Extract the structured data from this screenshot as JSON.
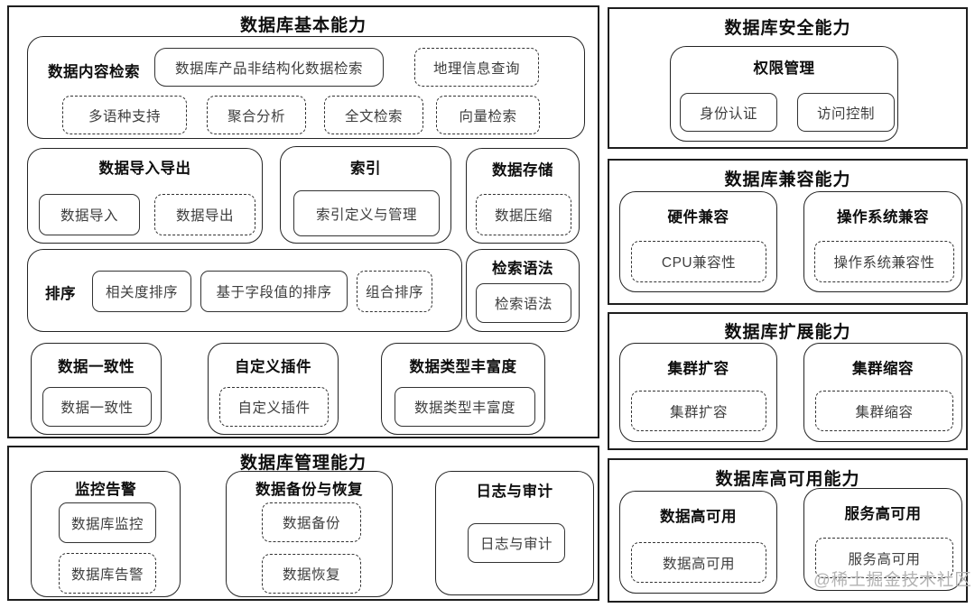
{
  "watermark": "@稀土掘金技术社区",
  "colors": {
    "background": "#ffffff",
    "panel_border": "#1e1e1e",
    "group_border": "#242424",
    "leaf_border": "#333333",
    "title_text": "#0e0e0e",
    "leaf_text": "#3e3e3e",
    "watermark_text": "#b2b2b2"
  },
  "panels": {
    "basic": {
      "title": "数据库基本能力",
      "content_retrieval": {
        "label": "数据内容检索",
        "unstructured": "数据库产品非结构化数据检索",
        "geo": "地理信息查询",
        "multilang": "多语种支持",
        "aggregation": "聚合分析",
        "fulltext": "全文检索",
        "vector": "向量检索"
      },
      "import_export": {
        "title": "数据导入导出",
        "import": "数据导入",
        "export": "数据导出"
      },
      "index": {
        "title": "索引",
        "leaf": "索引定义与管理"
      },
      "storage": {
        "title": "数据存储",
        "leaf": "数据压缩"
      },
      "sorting": {
        "label": "排序",
        "relevance": "相关度排序",
        "field_value": "基于字段值的排序",
        "combined": "组合排序"
      },
      "syntax": {
        "title": "检索语法",
        "leaf": "检索语法"
      },
      "consistency": {
        "title": "数据一致性",
        "leaf": "数据一致性"
      },
      "plugin": {
        "title": "自定义插件",
        "leaf": "自定义插件"
      },
      "datatype": {
        "title": "数据类型丰富度",
        "leaf": "数据类型丰富度"
      }
    },
    "management": {
      "title": "数据库管理能力",
      "monitoring": {
        "title": "监控告警",
        "monitor": "数据库监控",
        "alert": "数据库告警"
      },
      "backup": {
        "title": "数据备份与恢复",
        "backup": "数据备份",
        "restore": "数据恢复"
      },
      "audit": {
        "title": "日志与审计",
        "leaf": "日志与审计"
      }
    },
    "security": {
      "title": "数据库安全能力",
      "permission": {
        "title": "权限管理",
        "auth": "身份认证",
        "access": "访问控制"
      }
    },
    "compatibility": {
      "title": "数据库兼容能力",
      "hardware": {
        "title": "硬件兼容",
        "leaf": "CPU兼容性"
      },
      "os": {
        "title": "操作系统兼容",
        "leaf": "操作系统兼容性"
      }
    },
    "scalability": {
      "title": "数据库扩展能力",
      "expand": {
        "title": "集群扩容",
        "leaf": "集群扩容"
      },
      "shrink": {
        "title": "集群缩容",
        "leaf": "集群缩容"
      }
    },
    "availability": {
      "title": "数据库高可用能力",
      "data_ha": {
        "title": "数据高可用",
        "leaf": "数据高可用"
      },
      "service_ha": {
        "title": "服务高可用",
        "leaf": "服务高可用"
      }
    }
  }
}
